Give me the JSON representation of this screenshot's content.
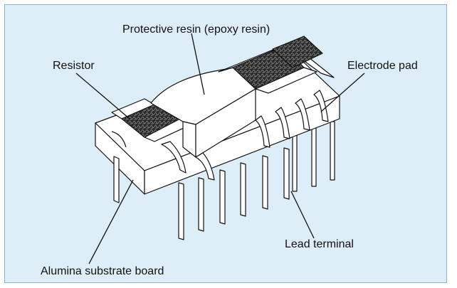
{
  "diagram": {
    "labels": {
      "protective_resin": "Protective resin (epoxy resin)",
      "resistor": "Resistor",
      "electrode_pad": "Electrode pad",
      "lead_terminal": "Lead terminal",
      "alumina_substrate": "Alumina substrate board"
    },
    "colors": {
      "background": "#ddeef8",
      "border": "#8fb3cc",
      "line": "#111111",
      "body_fill": "#ffffff",
      "resistor_fill": "#3a3a3a"
    }
  }
}
